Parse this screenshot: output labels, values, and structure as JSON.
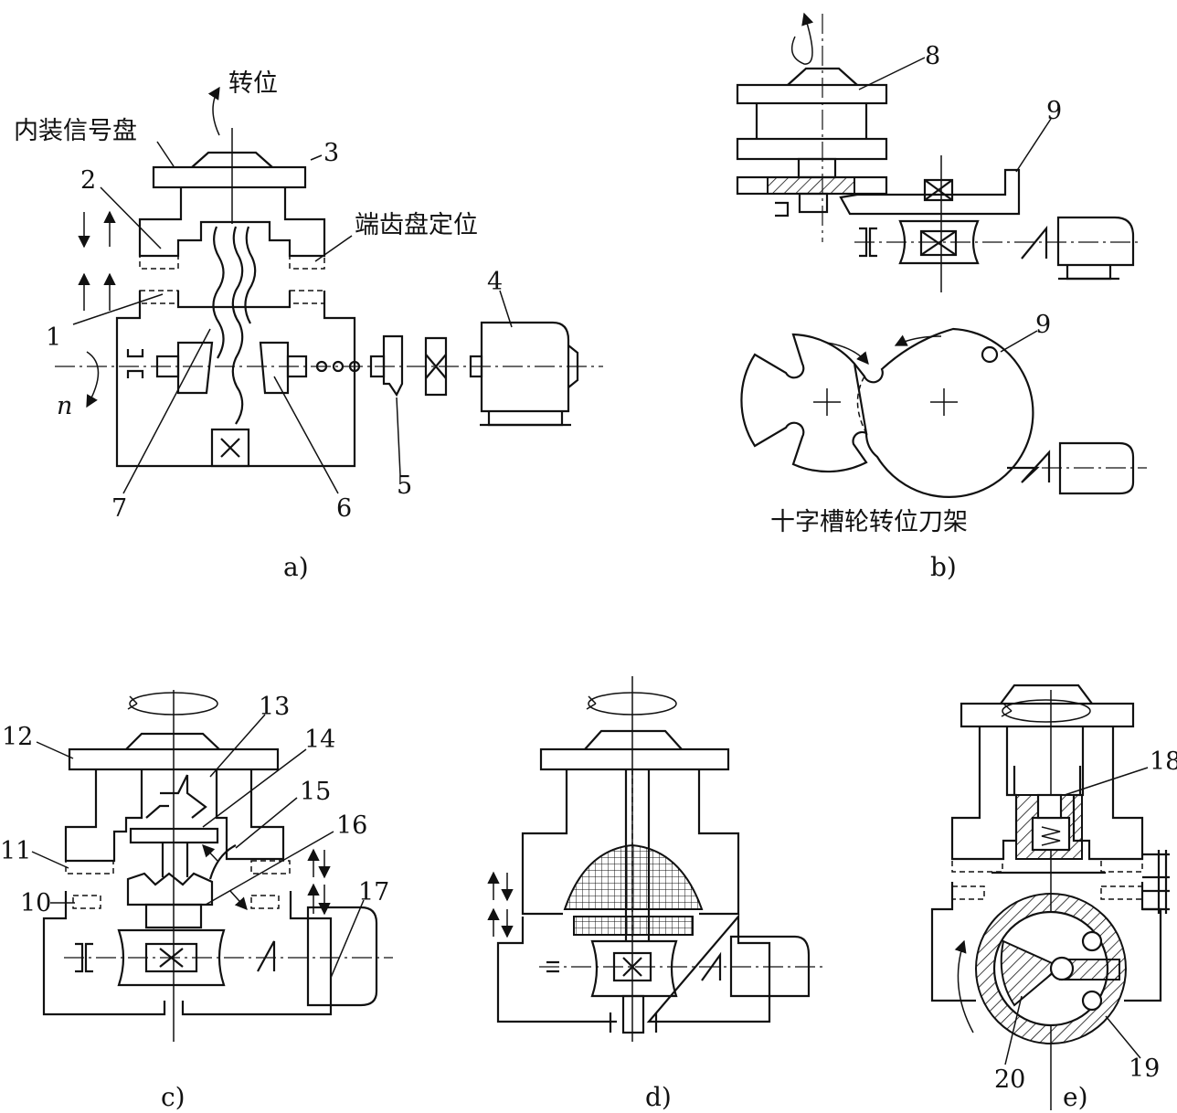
{
  "labels": {
    "a_zhuanwei": "转位",
    "a_neizhuang": "内装信号盘",
    "a_duanchi": "端齿盘定位",
    "a_n": "n",
    "b_title": "十字槽轮转位刀架"
  },
  "numbers": {
    "n1": "1",
    "n2": "2",
    "n3": "3",
    "n4": "4",
    "n5": "5",
    "n6": "6",
    "n7": "7",
    "n8": "8",
    "n9a": "9",
    "n9b": "9",
    "n10": "10",
    "n11": "11",
    "n12": "12",
    "n13": "13",
    "n14": "14",
    "n15": "15",
    "n16": "16",
    "n17": "17",
    "n18": "18",
    "n19": "19",
    "n20": "20"
  },
  "captions": {
    "a": "a)",
    "b": "b)",
    "c": "c)",
    "d": "d)",
    "e": "e)"
  }
}
